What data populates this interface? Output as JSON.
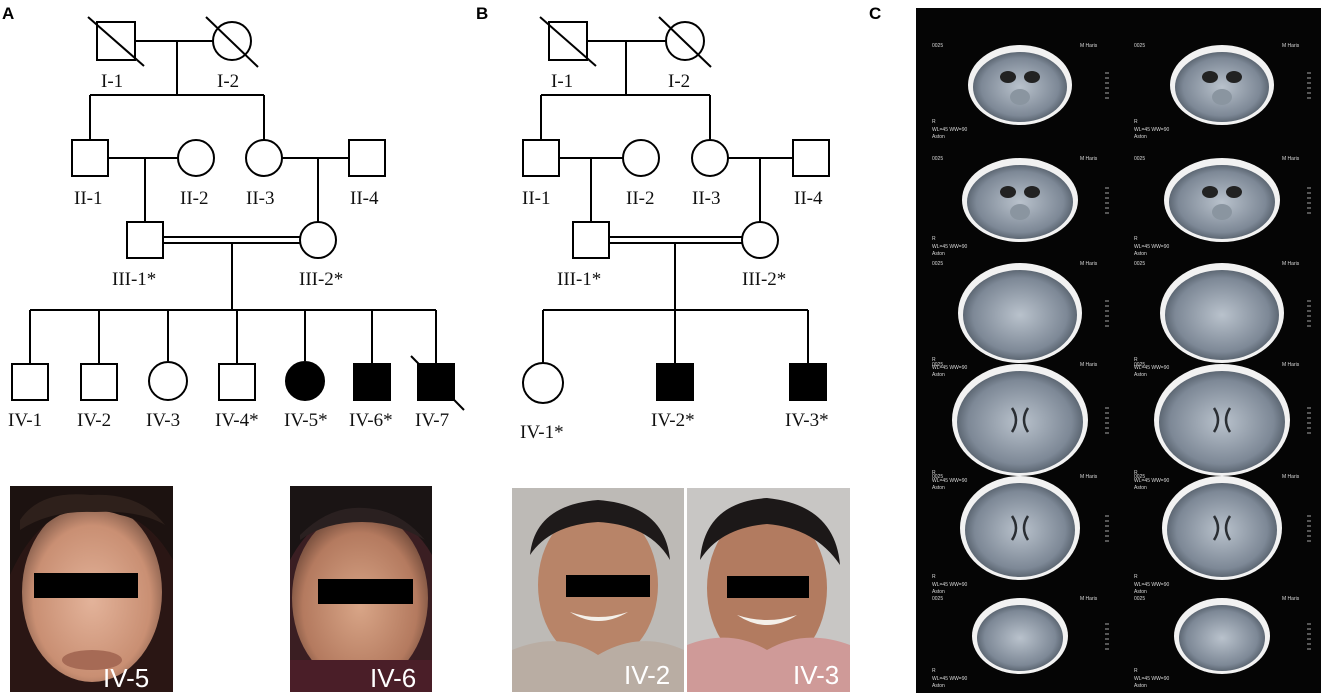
{
  "panels": {
    "a": {
      "letter": "A"
    },
    "b": {
      "letter": "B"
    },
    "c": {
      "letter": "C"
    }
  },
  "pedigree_a": {
    "I1": "I-1",
    "I2": "I-2",
    "II1": "II-1",
    "II2": "II-2",
    "II3": "II-3",
    "II4": "II-4",
    "III1": "III-1*",
    "III2": "III-2*",
    "IV1": "IV-1",
    "IV2": "IV-2",
    "IV3": "IV-3",
    "IV4": "IV-4*",
    "IV5": "IV-5*",
    "IV6": "IV-6*",
    "IV7": "IV-7"
  },
  "pedigree_b": {
    "I1": "I-1",
    "I2": "I-2",
    "II1": "II-1",
    "II2": "II-2",
    "II3": "II-3",
    "II4": "II-4",
    "III1": "III-1*",
    "III2": "III-2*",
    "IV1": "IV-1*",
    "IV2": "IV-2*",
    "IV3": "IV-3*"
  },
  "photos": {
    "a1": "IV-5",
    "a2": "IV-6",
    "b1": "IV-2",
    "b2": "IV-3"
  },
  "ct": {
    "patient": "M Haris",
    "series": "0025",
    "institution": "Aston",
    "marker": "R",
    "window": "WL=45 WW=90"
  },
  "colors": {
    "affected": "#000000",
    "unaffected": "#ffffff",
    "ct_background": "#050505",
    "photo_bar": "#000000"
  }
}
